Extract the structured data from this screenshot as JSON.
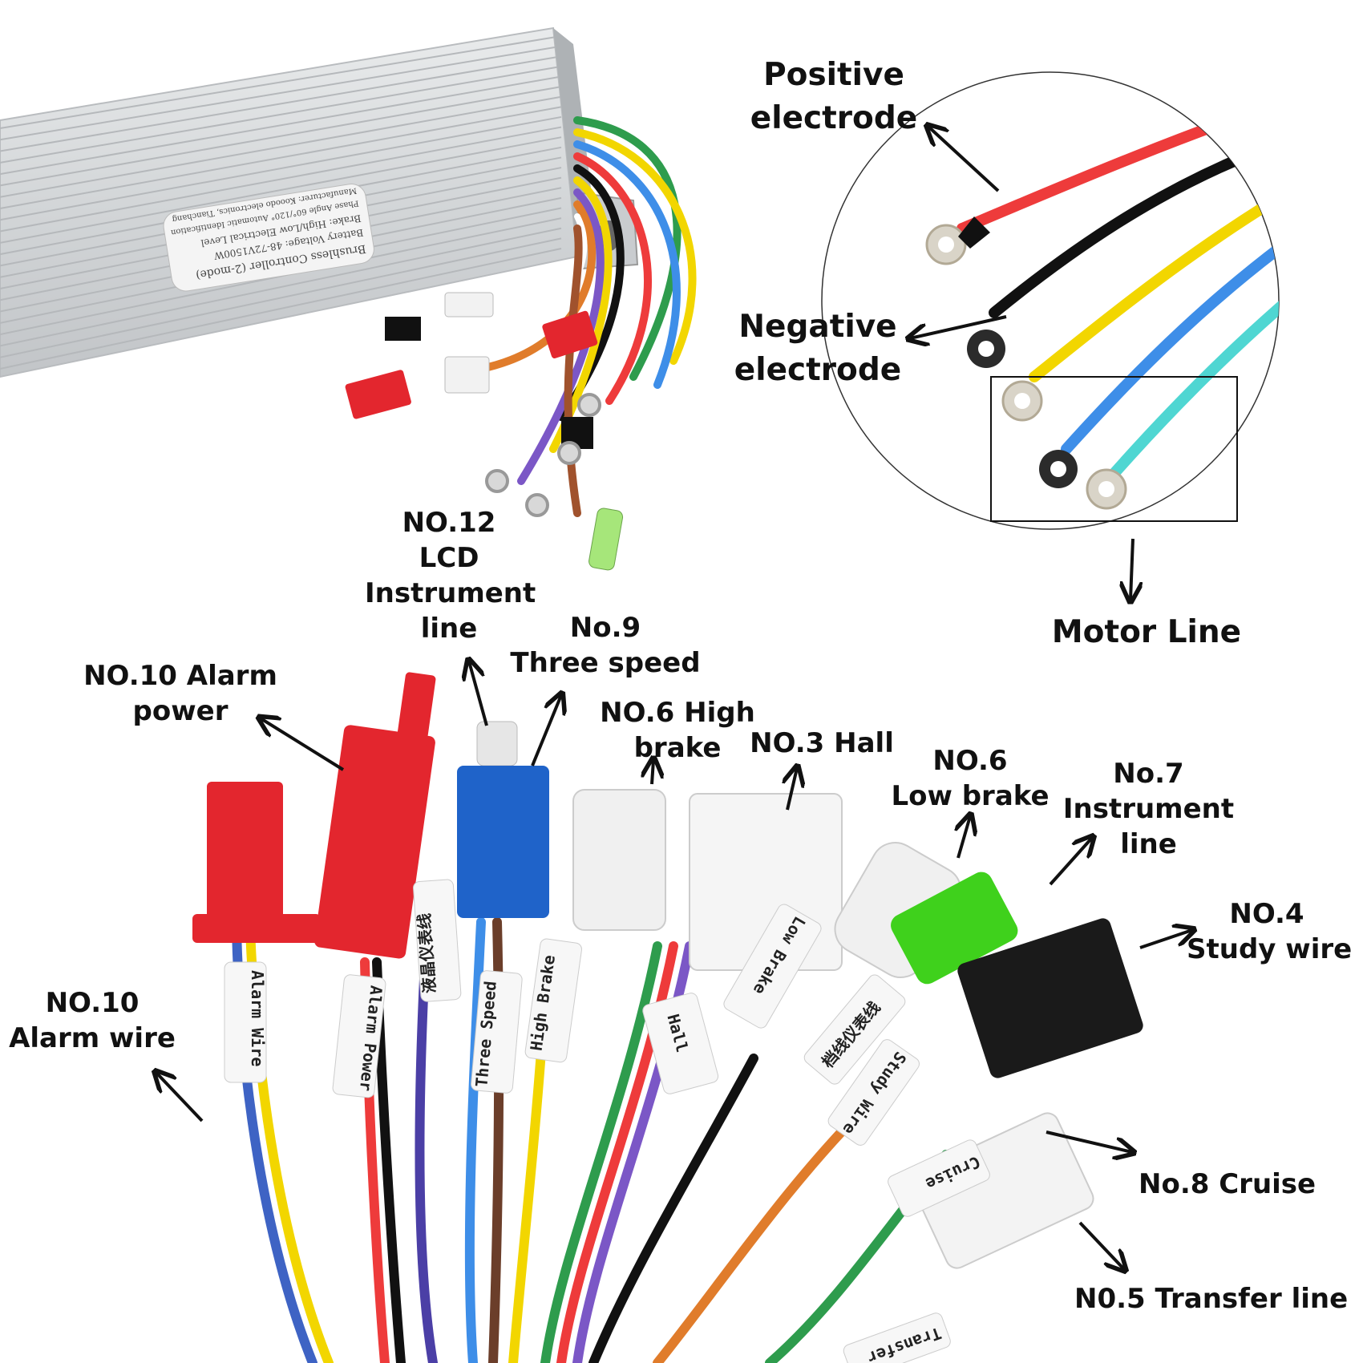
{
  "controller_sticker": {
    "title": "Brushless Controller (2-mode)",
    "line1": "Battery Voltage: 48-72V1500W",
    "line2": "Brake: High/Low Electrical Level",
    "line3": "Phase Angle 60°/120° Automatic Identification",
    "line4": "Manufacturer: Kooodo electronics, Tianchang"
  },
  "labels": {
    "positive": "Positive\nelectrode",
    "negative": "Negative\nelectrode",
    "motor_line": "Motor Line",
    "lcd_line": "NO.12\nLCD\nInstrument\nline",
    "three_speed": "No.9\nThree speed",
    "alarm_power": "NO.10 Alarm\npower",
    "high_brake": "NO.6 High\nbrake",
    "hall": "NO.3 Hall",
    "low_brake": "NO.6\nLow brake",
    "instrument_line": "No.7\nInstrument\nline",
    "study_wire": "NO.4\nStudy wire",
    "alarm_wire": "NO.10\nAlarm wire",
    "cruise": "No.8 Cruise",
    "transfer_line": "N0.5 Transfer line"
  },
  "wire_tags": {
    "alarm_wire": "Alarm Wire",
    "alarm_power": "Alarm Power",
    "lcd": "液晶仪表线",
    "three_speed": "Three Speed",
    "high_brake": "High Brake",
    "hall": "Hall",
    "low_brake": "Low Brake",
    "instrument": "档线仪表线",
    "study": "Study Wire",
    "cruise": "Cruise",
    "transfer": "Transfer"
  },
  "colors": {
    "red_connector": "#e3262e",
    "blue_connector": "#1f63c9",
    "green_connector": "#3fd11c",
    "black_connector": "#1a1a1a",
    "red_wire": "#ee3b3b",
    "yellow_wire": "#f2d600",
    "blue_wire": "#3e8ee8",
    "cyan_wire": "#4fd6d2"
  }
}
